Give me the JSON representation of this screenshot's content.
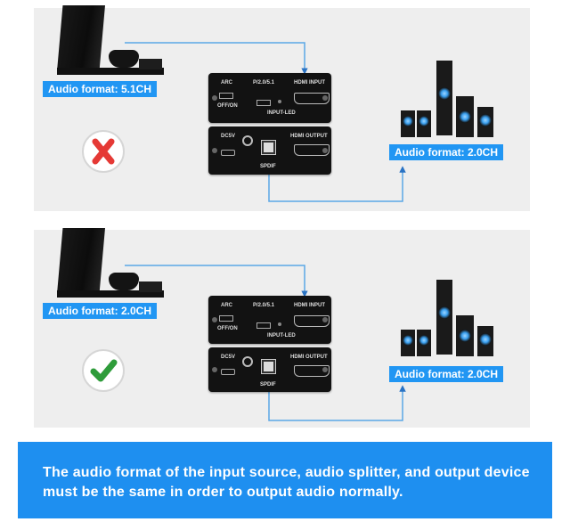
{
  "top_panel": {
    "source_label": "Audio format: 5.1CH",
    "output_label": "Audio format: 2.0CH",
    "status": "incorrect",
    "status_icon": "cross-icon",
    "status_color": "#e53935"
  },
  "bottom_panel": {
    "source_label": "Audio format: 2.0CH",
    "output_label": "Audio format: 2.0CH",
    "status": "correct",
    "status_icon": "check-icon",
    "status_color": "#2e9c3a"
  },
  "device": {
    "arc_label": "ARC",
    "arc_off_on_label": "OFF/ON",
    "mode_label": "P/2.0/5.1",
    "input_led_label": "INPUT-LED",
    "hdmi_input_label": "HDMI INPUT",
    "dc5v_label": "DC5V",
    "spdif_label": "SPDIF",
    "hdmi_output_label": "HDMI OUTPUT"
  },
  "colors": {
    "accent": "#2196f3",
    "banner": "#1e8ff0",
    "connector_line": "#5aa7e6"
  },
  "footer": {
    "message": "The audio format of the input source, audio splitter, and output device must be the same in order to output audio normally."
  }
}
